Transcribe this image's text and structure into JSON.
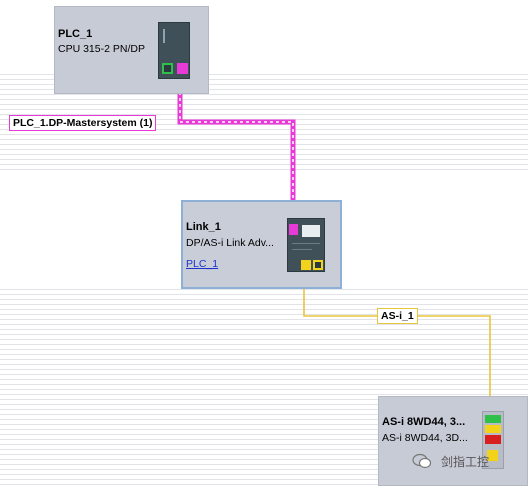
{
  "devices": {
    "plc": {
      "name": "PLC_1",
      "type": "CPU 315-2 PN/DP"
    },
    "link": {
      "name": "Link_1",
      "type": "DP/AS-i Link Adv...",
      "network_link": "PLC_1"
    },
    "asi_module": {
      "name": "AS-i 8WD44, 3...",
      "type": "AS-i 8WD44, 3D..."
    }
  },
  "networks": {
    "dp_master": {
      "label": "PLC_1.DP-Mastersystem (1)",
      "color": "#e83ad6"
    },
    "asi": {
      "label": "AS-i_1",
      "color": "#e8c63a"
    }
  },
  "watermark": {
    "text": "剑指工控"
  }
}
